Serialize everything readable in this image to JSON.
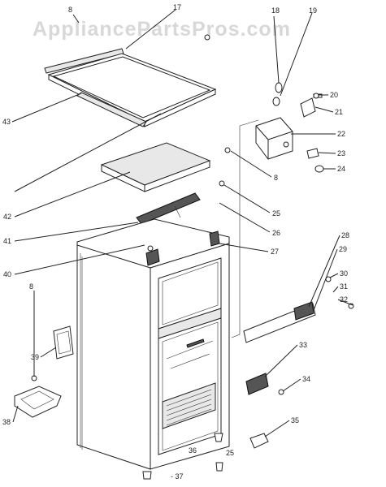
{
  "watermark": "AppliancePartsPros.com",
  "callouts": {
    "c8a": "8",
    "c17": "17",
    "c18": "18",
    "c19": "19",
    "c20": "20",
    "c21": "21",
    "c22": "22",
    "c23": "23",
    "c24": "24",
    "c8b": "8",
    "c25a": "25",
    "c26": "26",
    "c27": "27",
    "c28": "28",
    "c29": "29",
    "c30": "30",
    "c31": "31",
    "c32": "32",
    "c33": "33",
    "c34": "34",
    "c35": "35",
    "c36": "36",
    "c25b": "25",
    "c37": "- 37",
    "c38": "38",
    "c39": "39",
    "c8c": "8",
    "c40": "40",
    "c41": "41",
    "c42": "42",
    "c43": "43"
  }
}
